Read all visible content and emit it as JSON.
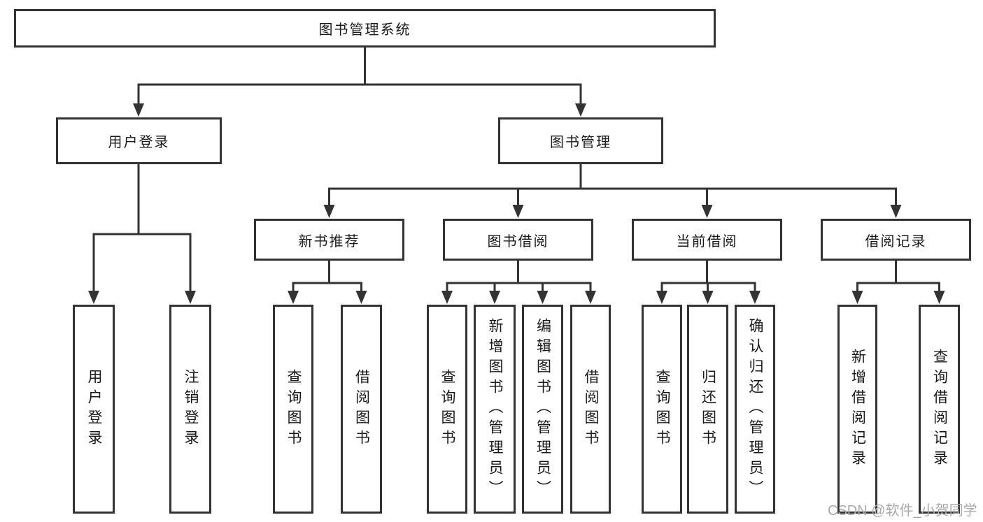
{
  "colors": {
    "line": "#333333",
    "box_border": "#333333",
    "text": "#1a1a1a",
    "watermark": "#a9a9a9",
    "background": "#ffffff"
  },
  "tree": {
    "root": {
      "label": "图书管理系统"
    },
    "level2": [
      {
        "label": "用户登录",
        "children": [
          {
            "label": "用户登录"
          },
          {
            "label": "注销登录"
          }
        ]
      },
      {
        "label": "图书管理",
        "children": [
          {
            "label": "新书推荐",
            "children": [
              {
                "label": "查询图书"
              },
              {
                "label": "借阅图书"
              }
            ]
          },
          {
            "label": "图书借阅",
            "children": [
              {
                "label": "查询图书"
              },
              {
                "label": "新增图书（管理员）"
              },
              {
                "label": "编辑图书（管理员）"
              },
              {
                "label": "借阅图书"
              }
            ]
          },
          {
            "label": "当前借阅",
            "children": [
              {
                "label": "查询图书"
              },
              {
                "label": "归还图书"
              },
              {
                "label": "确认归还（管理员）"
              }
            ]
          },
          {
            "label": "借阅记录",
            "children": [
              {
                "label": "新增借阅记录"
              },
              {
                "label": "查询借阅记录"
              }
            ]
          }
        ]
      }
    ]
  },
  "watermark": {
    "text": "CSDN @软件_小贺同学"
  }
}
